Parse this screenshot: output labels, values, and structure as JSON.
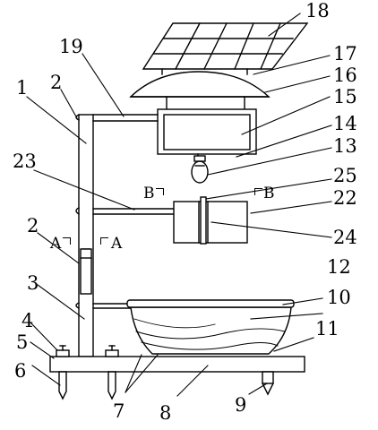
{
  "labels": {
    "n1": "1",
    "n2a": "2",
    "n2b": "2",
    "n3": "3",
    "n4": "4",
    "n5": "5",
    "n6": "6",
    "n7": "7",
    "n8": "8",
    "n9": "9",
    "n10": "10",
    "n11": "11",
    "n12": "12",
    "n13": "13",
    "n14": "14",
    "n15": "15",
    "n16": "16",
    "n17": "17",
    "n18": "18",
    "n19": "19",
    "n22": "22",
    "n23": "23",
    "n24": "24",
    "n25": "25"
  },
  "sections": {
    "a_left": "A",
    "a_right": "A",
    "b_left": "B",
    "b_right": "B"
  }
}
